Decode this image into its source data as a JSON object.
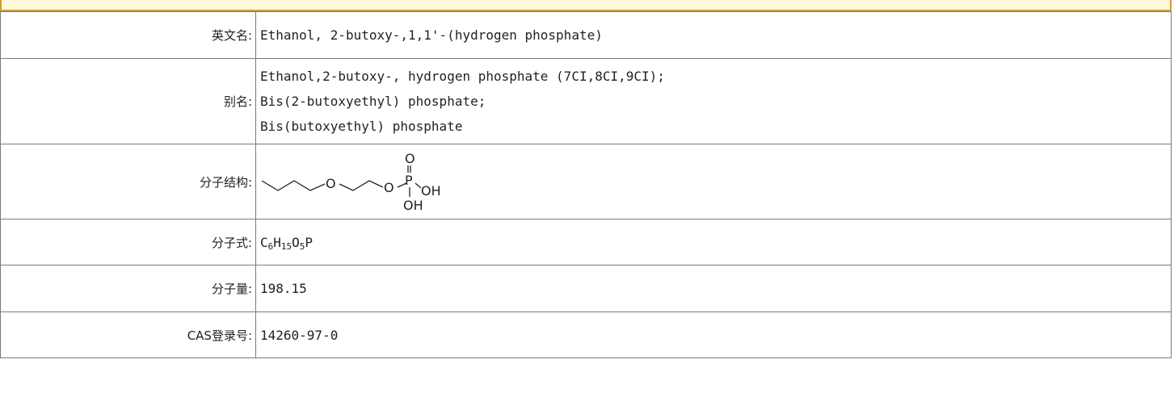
{
  "rows": {
    "english_name": {
      "label": "英文名:",
      "value": "Ethanol, 2-butoxy-,1,1'-(hydrogen phosphate)"
    },
    "synonyms": {
      "label": "别名:",
      "values": [
        "Ethanol,2-butoxy-, hydrogen phosphate (7CI,8CI,9CI);",
        "Bis(2-butoxyethyl) phosphate;",
        "Bis(butoxyethyl) phosphate"
      ]
    },
    "structure": {
      "label": "分子结构:",
      "atoms": {
        "o_ether": "O",
        "o_ester": "O",
        "p": "P",
        "o_double": "O",
        "oh_right": "OH",
        "oh_down": "OH"
      }
    },
    "formula": {
      "label": "分子式:",
      "parts": [
        {
          "el": "C",
          "n": "6"
        },
        {
          "el": "H",
          "n": "15"
        },
        {
          "el": "O",
          "n": "5"
        },
        {
          "el": "P",
          "n": ""
        }
      ]
    },
    "molecular_weight": {
      "label": "分子量:",
      "value": "198.15"
    },
    "cas": {
      "label": "CAS登录号:",
      "value": "14260-97-0"
    }
  },
  "colors": {
    "top_bar_fill": "#fff8dc",
    "top_bar_border": "#d4a017",
    "grid": "#7a7a7a"
  }
}
